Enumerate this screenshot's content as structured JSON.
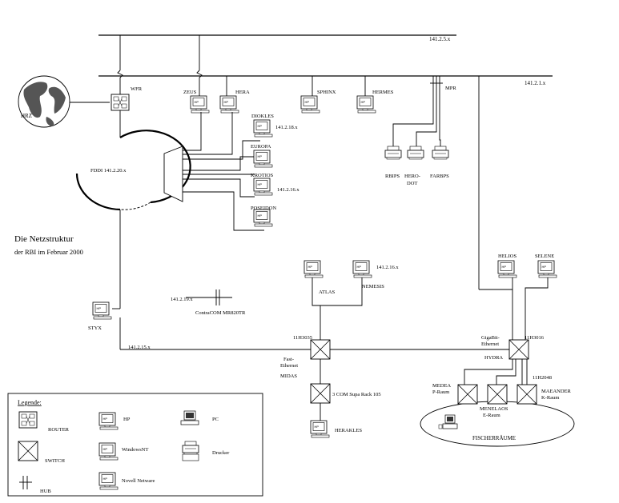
{
  "title": "Die Netzstruktur",
  "subtitle": "der RBI im Februar 2000",
  "networks": {
    "top": "141.2.5.x",
    "main": "141.2.1.x",
    "fddi": "FDDI 141.2.20.x",
    "dioklesnet": "141.2.18.x",
    "krotiosnet": "141.2.16.x",
    "atlasnet": "141.2.16.x",
    "contranet": "141.2.19.x",
    "stnet": "141.2.15.x"
  },
  "labels": {
    "hrz": "HRZ",
    "wfr": "WFR",
    "zeus": "ZEUS",
    "hera": "HERA",
    "sphinx": "SPHINX",
    "hermes": "HERMES",
    "mpr": "MPR",
    "diokles": "DIOKLES",
    "europa": "EUROPA",
    "krotios": "KROTIOS",
    "poseidon": "POSEIDON",
    "rbips": "RBIPS",
    "herodot": "HERO-\nDOT",
    "farbps": "FARBPS",
    "atlas": "ATLAS",
    "nemesis": "NEMESIS",
    "contracom": "ContraCOM MR820TR",
    "styx": "STYX",
    "midas_port": "11H3035",
    "fast_ethernet": "Fast-\nEthernet",
    "midas": "MIDAS",
    "helios": "HELIOS",
    "selene": "SELENE",
    "gigabit": "GigaBit-\nEthernet",
    "hydra_port": "11H3016",
    "hydra": "HYDRA",
    "port_2048": "11H2048",
    "medea": "MEDEA\nP-Raum",
    "menelaos": "MENELAOS\nE-Raum",
    "maeander": "MAEANDER\nK-Raum",
    "fischer": "FISCHERRÄUME",
    "supastack": "3 COM Supa Rack 105",
    "herakles": "HERAKLES"
  },
  "legend": {
    "heading": "Legende:",
    "router": "ROUTER",
    "switch": "SWITCH",
    "hub": "HUB",
    "hp": "HP",
    "windows_nt": "WindowsNT",
    "novell": "Novell Netware",
    "pc": "PC",
    "drucker": "Drucker"
  },
  "icons": {
    "globe": "globe-icon",
    "router": "router-icon",
    "switch": "switch-icon",
    "hub": "hub-icon",
    "workstation": "workstation-icon",
    "printer": "printer-icon",
    "pc": "pc-icon"
  }
}
